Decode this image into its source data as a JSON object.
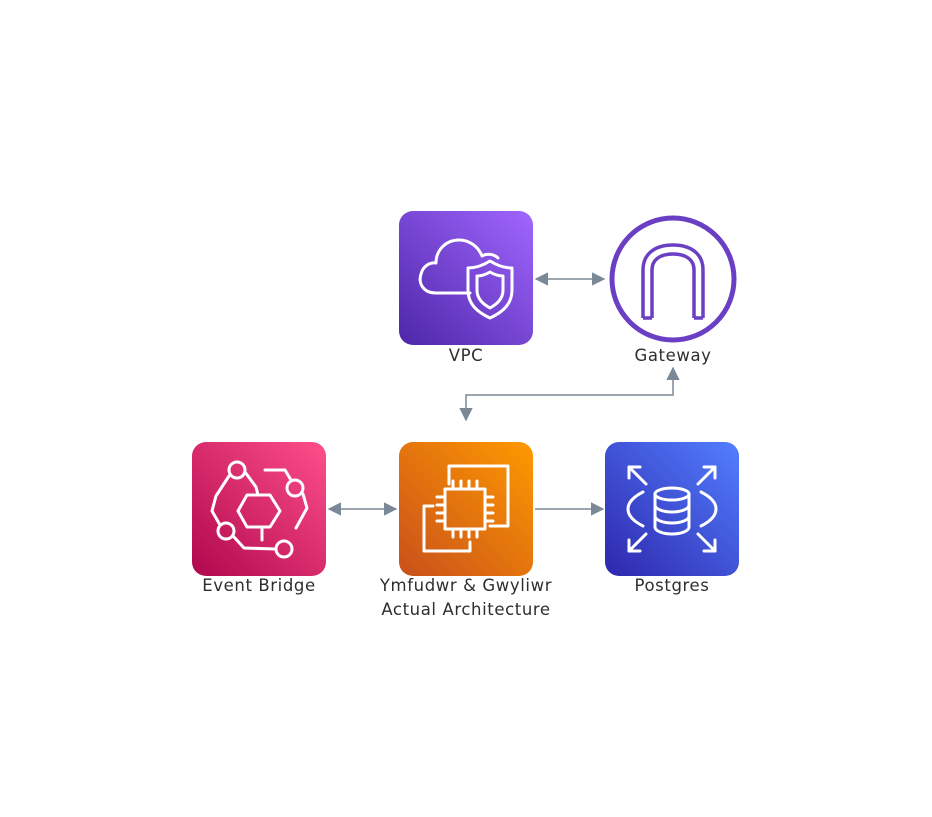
{
  "nodes": {
    "vpc": {
      "label": "VPC",
      "icon": "vpc-cloud-shield-icon",
      "gradient": [
        "#4d27a8",
        "#a166ff"
      ]
    },
    "gateway": {
      "label": "Gateway",
      "icon": "internet-gateway-arch-icon",
      "stroke_color": "#6a3fc4"
    },
    "event_bridge": {
      "label": "Event Bridge",
      "icon": "eventbridge-icon",
      "gradient": [
        "#b0084d",
        "#ff4f8b"
      ]
    },
    "app": {
      "label_line1": "Ymfudwr & Gwyliwr",
      "label_line2": "Actual Architecture",
      "icon": "ec2-instance-chip-icon",
      "gradient": [
        "#c8511b",
        "#ff9900"
      ]
    },
    "postgres": {
      "label": "Postgres",
      "icon": "rds-database-icon",
      "gradient": [
        "#2e27ad",
        "#527fff"
      ]
    }
  },
  "edges": [
    {
      "from": "vpc",
      "to": "gateway",
      "direction": "both"
    },
    {
      "from": "gateway",
      "to": "app",
      "direction": "both"
    },
    {
      "from": "event_bridge",
      "to": "app",
      "direction": "both"
    },
    {
      "from": "app",
      "to": "postgres",
      "direction": "forward"
    }
  ],
  "colors": {
    "edge": "#7b8896",
    "label": "#2e2e2e"
  }
}
